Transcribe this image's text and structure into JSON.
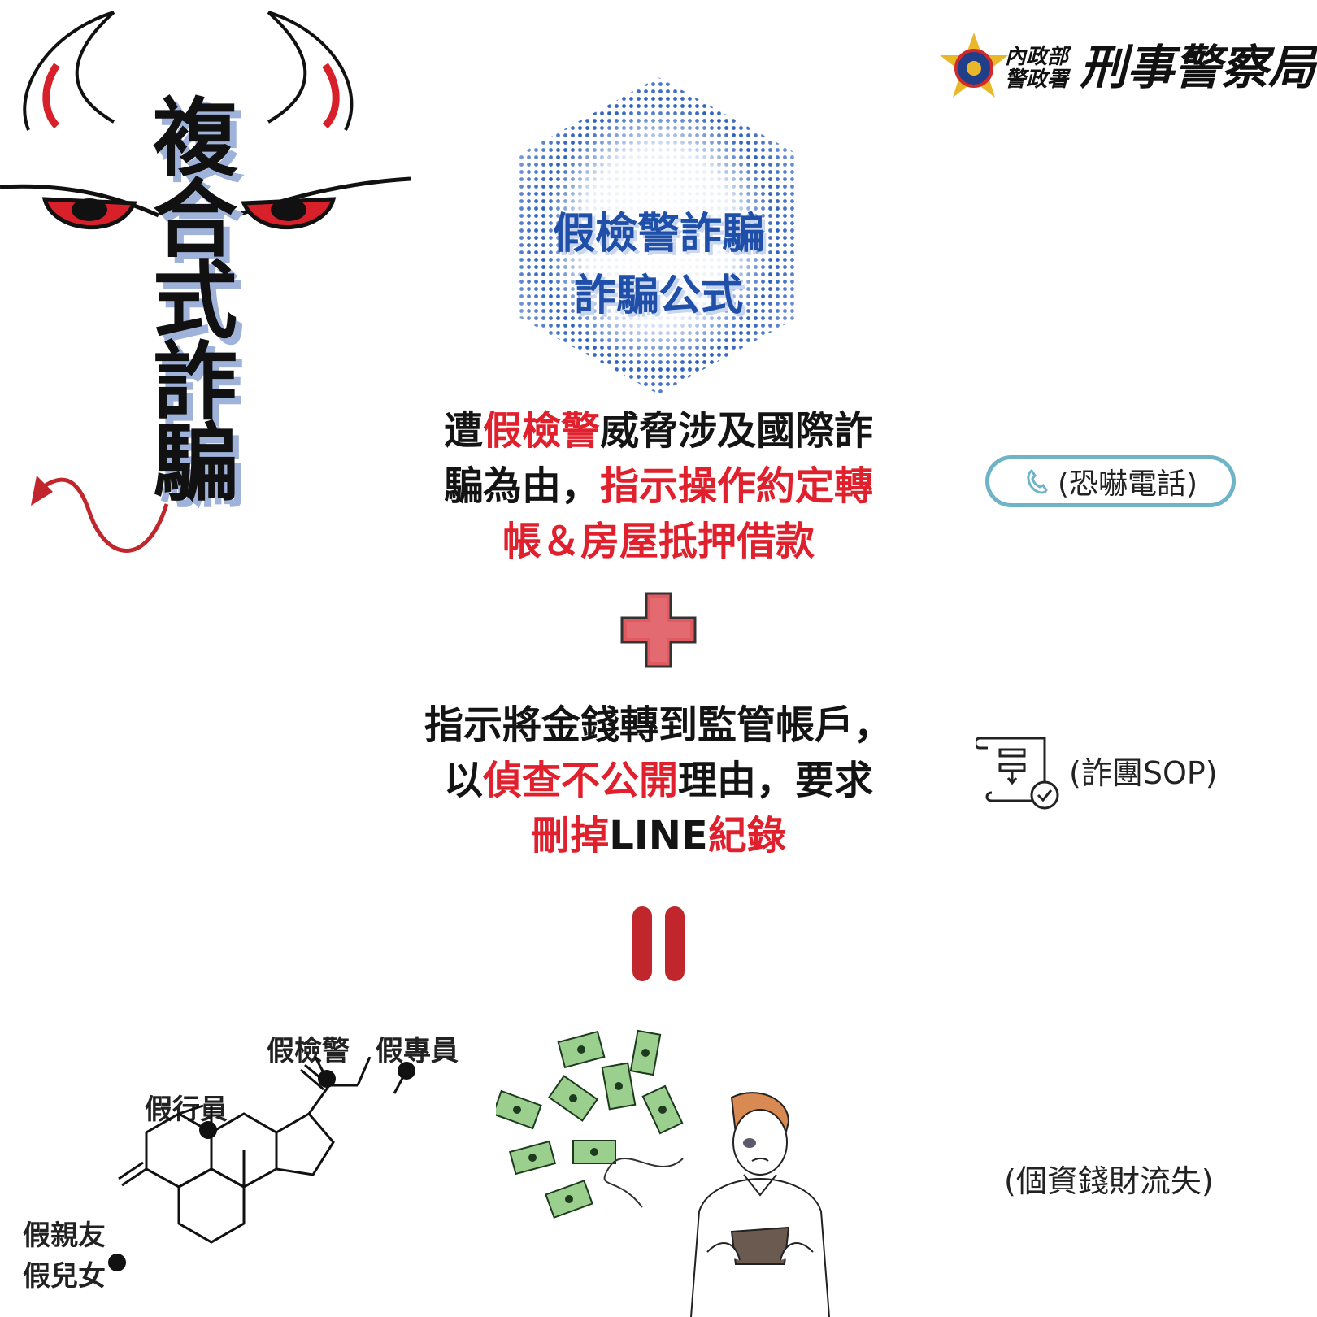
{
  "logo": {
    "small_top": "內政部",
    "small_bottom": "警政署",
    "big": "刑事警察局"
  },
  "side_title": [
    "複",
    "合",
    "式",
    "詐",
    "騙"
  ],
  "hex_title": {
    "line1": "假檢警詐騙",
    "line2": "詐騙公式"
  },
  "block1": {
    "l1a": "遭",
    "l1b": "假檢警",
    "l1c": "威脅涉及國際詐",
    "l2a": "騙為由，",
    "l2b": "指示操作約定轉",
    "l3": "帳＆房屋抵押借款"
  },
  "block2": {
    "l1": "指示將金錢轉到監管帳戶，",
    "l2a": "以",
    "l2b": "偵查不公開",
    "l2c": "理由，要求",
    "l3a": "刪掉",
    "l3b": "LINE",
    "l3c": "紀錄"
  },
  "side_labels": {
    "phone": "(恐嚇電話)",
    "sop": "(詐團SOP)",
    "loss": "(個資錢財流失)"
  },
  "formula": {
    "a": "假檢警",
    "b": "假專員",
    "c": "假行員",
    "d1": "假親友",
    "d2": "假兒女"
  },
  "icons": [
    "devil-icon",
    "phone-icon",
    "document-check-icon",
    "plus-icon",
    "equals-icon",
    "money-icon",
    "person-wallet-icon",
    "molecule-icon",
    "police-badge-icon"
  ],
  "colors": {
    "red": "#e0202c",
    "blue": "#1f4fa8",
    "teal": "#6fb4c6",
    "dark_red": "#c0262c"
  }
}
